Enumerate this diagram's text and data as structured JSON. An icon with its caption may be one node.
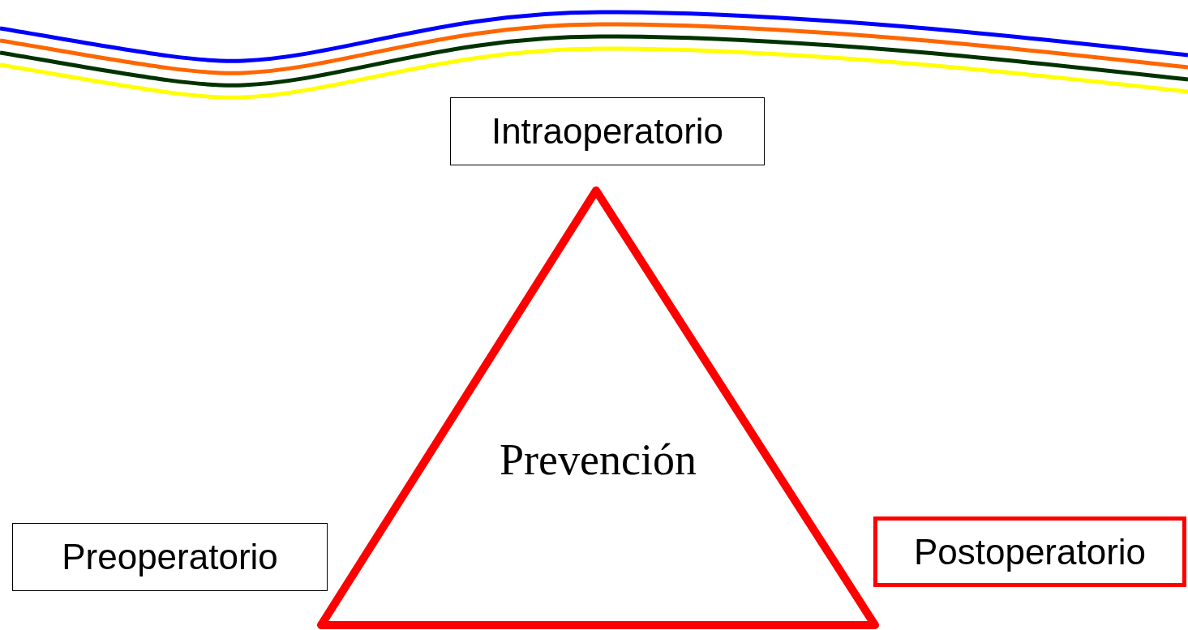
{
  "diagram": {
    "nodes": [
      {
        "text": [
          "Intraoperatorio"
        ]
      },
      {
        "text": [
          "Prevención"
        ]
      },
      {
        "text": [
          "Preoperatorio"
        ]
      },
      {
        "text": [
          "Postoperatorio"
        ]
      }
    ]
  }
}
